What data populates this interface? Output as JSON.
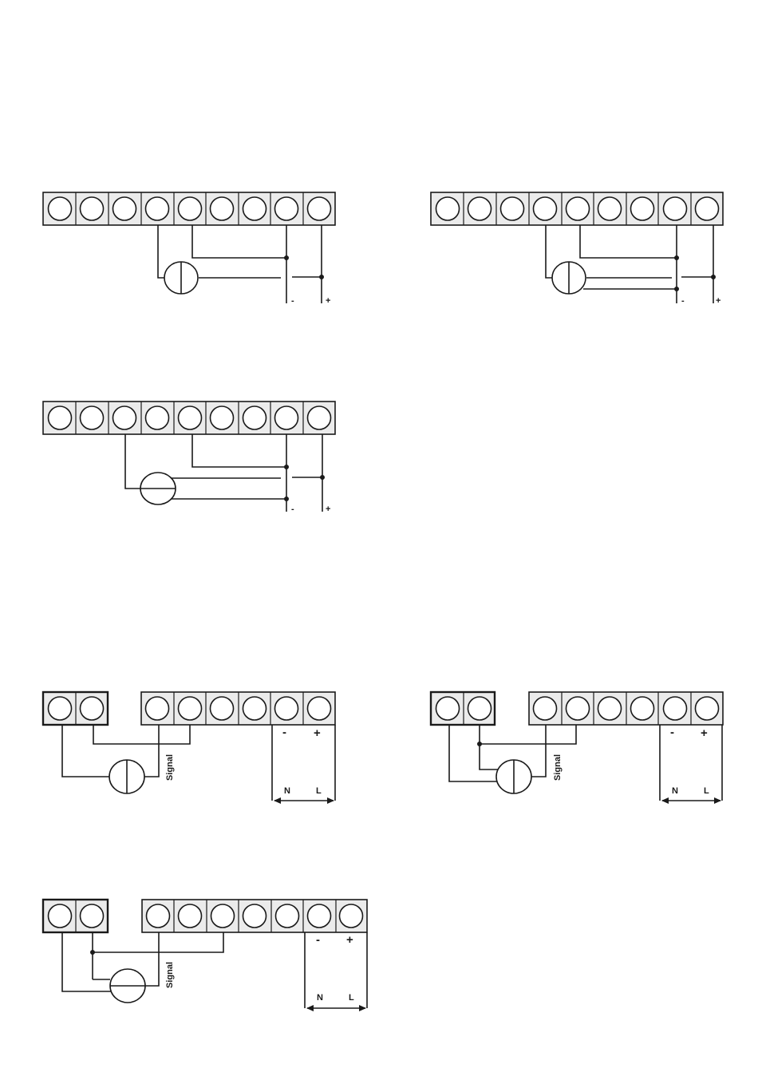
{
  "diagrams": {
    "d1": {
      "minus": "-",
      "plus": "+"
    },
    "d2": {
      "minus": "-",
      "plus": "+"
    },
    "d3": {
      "minus": "-",
      "plus": "+"
    },
    "d4": {
      "minus": "-",
      "plus": "+",
      "signal": "Signal",
      "n": "N",
      "l": "L"
    },
    "d5": {
      "minus": "-",
      "plus": "+",
      "signal": "Signal",
      "n": "N",
      "l": "L"
    },
    "d6": {
      "minus": "-",
      "plus": "+",
      "signal": "Signal",
      "n": "N",
      "l": "L"
    }
  }
}
